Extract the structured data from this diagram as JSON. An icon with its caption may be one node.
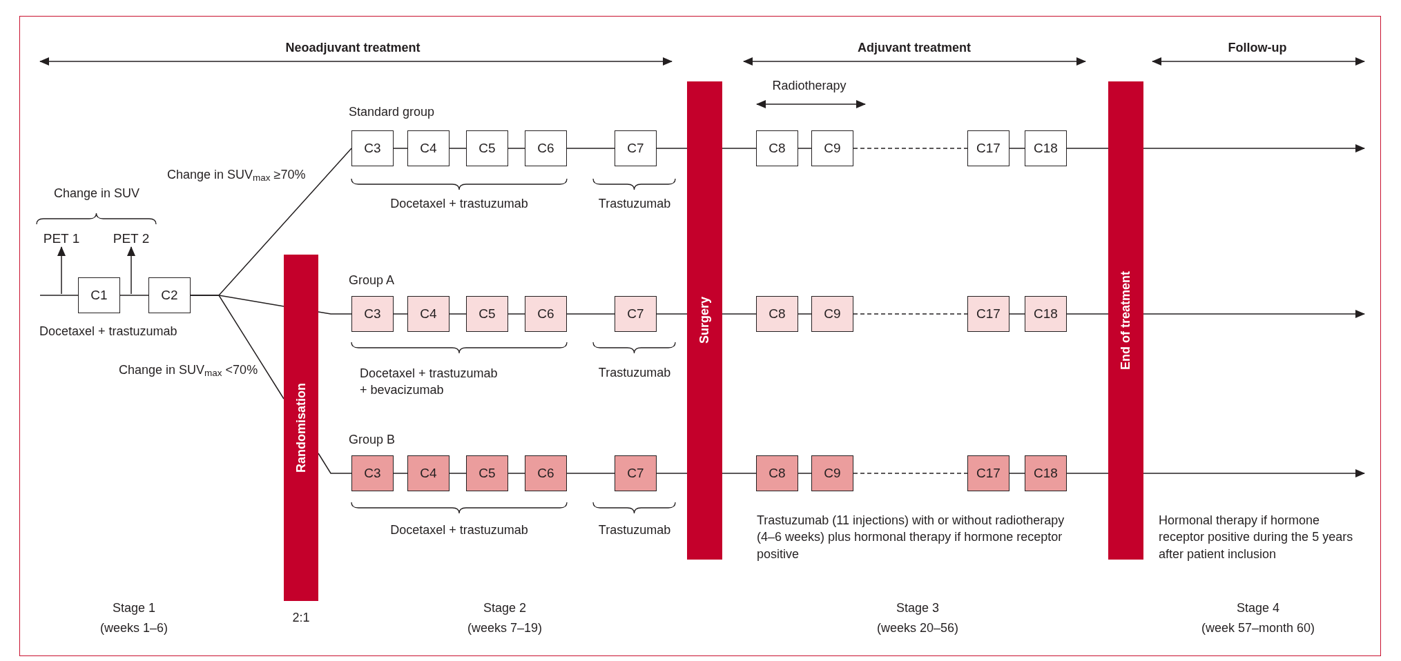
{
  "diagram": {
    "nodes": [
      {
        "text": [
          "PET 1"
        ]
      },
      {
        "text": [
          "PET 2"
        ]
      },
      {
        "text": [
          "C1"
        ]
      },
      {
        "text": [
          "C2"
        ]
      },
      {
        "text": [
          "Randomisation"
        ]
      },
      {
        "text": [
          "Surgery"
        ]
      },
      {
        "text": [
          "End of treatment"
        ]
      },
      {
        "text": [
          "C3"
        ]
      },
      {
        "text": [
          "C4"
        ]
      },
      {
        "text": [
          "C5"
        ]
      },
      {
        "text": [
          "C6"
        ]
      },
      {
        "text": [
          "C7"
        ]
      },
      {
        "text": [
          "C8"
        ]
      },
      {
        "text": [
          "C9"
        ]
      },
      {
        "text": [
          "C17"
        ]
      },
      {
        "text": [
          "C18"
        ]
      },
      {
        "text": [
          "C3"
        ]
      },
      {
        "text": [
          "C4"
        ]
      },
      {
        "text": [
          "C5"
        ]
      },
      {
        "text": [
          "C6"
        ]
      },
      {
        "text": [
          "C7"
        ]
      },
      {
        "text": [
          "C8"
        ]
      },
      {
        "text": [
          "C9"
        ]
      },
      {
        "text": [
          "C17"
        ]
      },
      {
        "text": [
          "C18"
        ]
      },
      {
        "text": [
          "C3"
        ]
      },
      {
        "text": [
          "C4"
        ]
      },
      {
        "text": [
          "C5"
        ]
      },
      {
        "text": [
          "C6"
        ]
      },
      {
        "text": [
          "C7"
        ]
      },
      {
        "text": [
          "C8"
        ]
      },
      {
        "text": [
          "C9"
        ]
      },
      {
        "text": [
          "C17"
        ]
      },
      {
        "text": [
          "C18"
        ]
      }
    ],
    "edges": [
      {
        "from": null,
        "to": 2,
        "arrow": "none"
      },
      {
        "from": 2,
        "to": 3,
        "arrow": "none"
      },
      {
        "from": 2,
        "to": 0,
        "arrow": "to"
      },
      {
        "from": 2,
        "to": 1,
        "arrow": "to"
      },
      {
        "from": 3,
        "to": 7,
        "arrow": "none"
      },
      {
        "from": 3,
        "to": 4,
        "arrow": "none"
      },
      {
        "from": 3,
        "to": 4,
        "arrow": "none"
      },
      {
        "from": 4,
        "to": 16,
        "arrow": "none"
      },
      {
        "from": 4,
        "to": 25,
        "arrow": "none"
      },
      {
        "from": 7,
        "to": 8,
        "arrow": "none"
      },
      {
        "from": 8,
        "to": 9,
        "arrow": "none"
      },
      {
        "from": 9,
        "to": 10,
        "arrow": "none"
      },
      {
        "from": 10,
        "to": 11,
        "arrow": "none"
      },
      {
        "from": 11,
        "to": 5,
        "arrow": "none"
      },
      {
        "from": 5,
        "to": 12,
        "arrow": "none"
      },
      {
        "from": 12,
        "to": 13,
        "arrow": "none"
      },
      {
        "from": 13,
        "to": 14,
        "arrow": "none",
        "style": "dashed"
      },
      {
        "from": 14,
        "to": 15,
        "arrow": "none"
      },
      {
        "from": 15,
        "to": 6,
        "arrow": "none"
      },
      {
        "from": 6,
        "to": null,
        "arrow": "to"
      },
      {
        "from": 16,
        "to": 17,
        "arrow": "none"
      },
      {
        "from": 17,
        "to": 18,
        "arrow": "none"
      },
      {
        "from": 18,
        "to": 19,
        "arrow": "none"
      },
      {
        "from": 19,
        "to": 20,
        "arrow": "none"
      },
      {
        "from": 20,
        "to": 5,
        "arrow": "none"
      },
      {
        "from": 5,
        "to": 21,
        "arrow": "none"
      },
      {
        "from": 21,
        "to": 22,
        "arrow": "none"
      },
      {
        "from": 22,
        "to": 23,
        "arrow": "none",
        "style": "dashed"
      },
      {
        "from": 23,
        "to": 24,
        "arrow": "none"
      },
      {
        "from": 24,
        "to": 6,
        "arrow": "none"
      },
      {
        "from": 6,
        "to": null,
        "arrow": "to"
      },
      {
        "from": 25,
        "to": 26,
        "arrow": "none"
      },
      {
        "from": 26,
        "to": 27,
        "arrow": "none"
      },
      {
        "from": 27,
        "to": 28,
        "arrow": "none"
      },
      {
        "from": 28,
        "to": 29,
        "arrow": "none"
      },
      {
        "from": 29,
        "to": 5,
        "arrow": "none"
      },
      {
        "from": 5,
        "to": 30,
        "arrow": "none"
      },
      {
        "from": 30,
        "to": 31,
        "arrow": "none"
      },
      {
        "from": 31,
        "to": 32,
        "arrow": "none",
        "style": "dashed"
      },
      {
        "from": 32,
        "to": 33,
        "arrow": "none"
      },
      {
        "from": 33,
        "to": 6,
        "arrow": "none"
      },
      {
        "from": 6,
        "to": null,
        "arrow": "to"
      }
    ],
    "labels": [
      "Neoadjuvant treatment",
      "Adjuvant treatment",
      "Follow-up",
      "Radiotherapy",
      "Standard group",
      "Change in SUV$_{max}$ ≥70%",
      "Change in SUV",
      "Docetaxel + trastuzumab",
      "Trastuzumab",
      "Docetaxel + trastuzumab",
      "Group A",
      "Docetaxel + trastuzumab + bevacizumab",
      "Trastuzumab",
      "Change in SUV$_{max}$ <70%",
      "Group B",
      "Docetaxel + trastuzumab",
      "Trastuzumab",
      "Trastuzumab (11 injections) with or without radiotherapy (4–6 weeks) plus hormonal therapy if hormone receptor positive",
      "Hormonal therapy if hormone receptor positive during the 5 years after patient inclusion",
      "Stage 1",
      "(weeks 1–6)",
      "2:1",
      "Stage 2",
      "(weeks 7–19)",
      "Stage 3",
      "(weeks 20–56)",
      "Stage 4",
      "(week 57–month 60)"
    ]
  }
}
